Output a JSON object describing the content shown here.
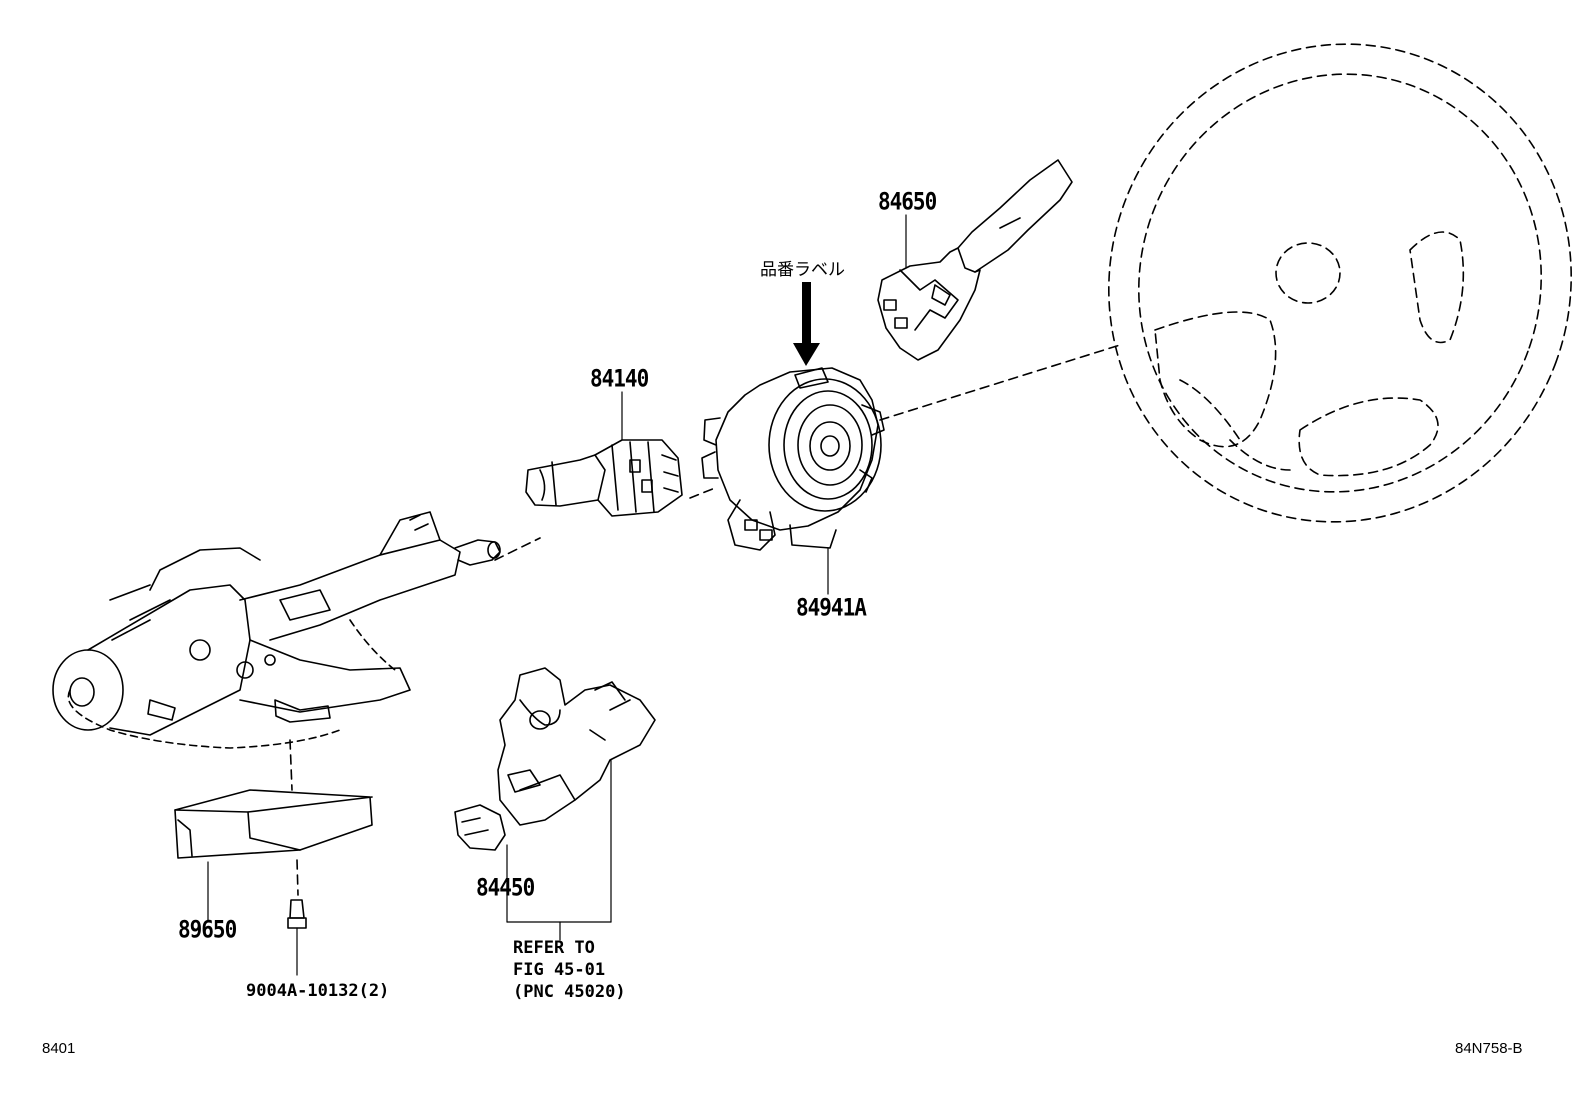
{
  "label_text": "品番ラベル",
  "parts": {
    "p84650": "84650",
    "p84140": "84140",
    "p84941A": "84941A",
    "p84450": "84450",
    "p89650": "89650",
    "bolt": "9004A-10132(2)"
  },
  "refer_note": {
    "line1": "REFER TO",
    "line2": "FIG 45-01",
    "line3": "(PNC 45020)"
  },
  "footer": {
    "left": "8401",
    "right": "84N758-B"
  },
  "icons": {
    "arrow": "down-arrow-icon"
  }
}
